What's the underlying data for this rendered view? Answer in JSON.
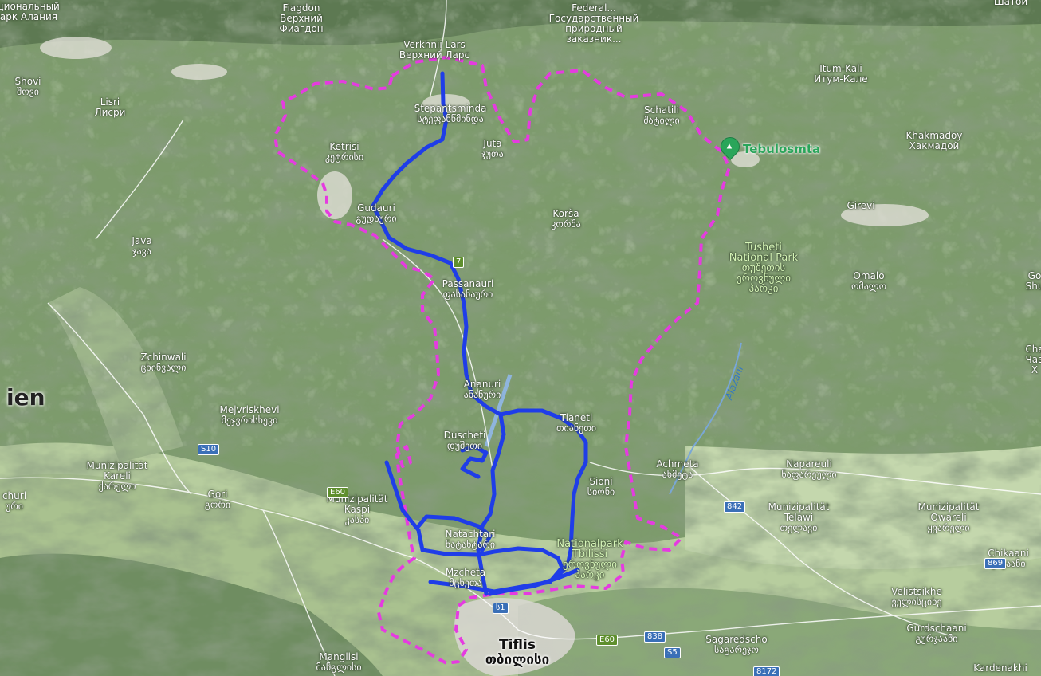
{
  "map": {
    "colors": {
      "terrain": "#7c9a6c",
      "valley": "#b9cfa1",
      "ridge": "#4e6844",
      "boundary": "#e53be0",
      "route": "#1f3de8",
      "road": "#ffffff"
    },
    "places": [
      {
        "id": "natpark-alania",
        "lines": [
          "ациональный",
          "парк Алания"
        ]
      },
      {
        "id": "fiagdon",
        "lines": [
          "Fiagdon",
          "Верхний",
          "Фиагдон"
        ]
      },
      {
        "id": "federal",
        "lines": [
          "Federal...",
          "Государственный",
          "природный",
          "заказник..."
        ]
      },
      {
        "id": "shatoi",
        "lines": [
          "Шатой"
        ]
      },
      {
        "id": "verkhnii-lars",
        "lines": [
          "Verkhnii Lars",
          "Верхний Ларс"
        ]
      },
      {
        "id": "shovi",
        "lines": [
          "Shovi",
          "შოვი"
        ]
      },
      {
        "id": "lisri",
        "lines": [
          "Lisri",
          "Лисри"
        ]
      },
      {
        "id": "stepantsminda",
        "lines": [
          "Stepantsminda",
          "სტეფანწმინდა"
        ]
      },
      {
        "id": "schatili",
        "lines": [
          "Schatili",
          "შატილი"
        ]
      },
      {
        "id": "itum-kali",
        "lines": [
          "Itum-Kali",
          "Итум-Кале"
        ]
      },
      {
        "id": "khakmadoy",
        "lines": [
          "Khakmadoy",
          "Хакмадой"
        ]
      },
      {
        "id": "ketrisi",
        "lines": [
          "Ketrisi",
          "კეტრისი"
        ]
      },
      {
        "id": "juta",
        "lines": [
          "Juta",
          "ჯუთა"
        ]
      },
      {
        "id": "gudauri",
        "lines": [
          "Gudauri",
          "გუდაური"
        ]
      },
      {
        "id": "korsha",
        "lines": [
          "Korša",
          "კორშა"
        ]
      },
      {
        "id": "girevi",
        "lines": [
          "Girevi"
        ]
      },
      {
        "id": "java",
        "lines": [
          "Java",
          "ჯავა"
        ]
      },
      {
        "id": "pasanauri",
        "lines": [
          "Passanauri",
          "ფასანაური"
        ]
      },
      {
        "id": "omalo",
        "lines": [
          "Omalo",
          "ომალო"
        ]
      },
      {
        "id": "go-shu",
        "lines": [
          "Go",
          "Shu"
        ]
      },
      {
        "id": "zchinwali",
        "lines": [
          "Zchinwali",
          "ცხინვალი"
        ]
      },
      {
        "id": "ananuri",
        "lines": [
          "Ananuri",
          "ანანური"
        ]
      },
      {
        "id": "cha",
        "lines": [
          "Cha",
          "Чаа",
          "Х"
        ]
      },
      {
        "id": "mejvriskhevi",
        "lines": [
          "Mejvriskhevi",
          "მეჯვრისხევი"
        ]
      },
      {
        "id": "tianeti",
        "lines": [
          "Tianeti",
          "თიანეთი"
        ]
      },
      {
        "id": "duscheti",
        "lines": [
          "Duscheti",
          "დუშეთი"
        ]
      },
      {
        "id": "munizipalitat-kareli",
        "lines": [
          "Munizipalität",
          "Kareli",
          "ქარელი"
        ]
      },
      {
        "id": "gori",
        "lines": [
          "Gori",
          "გორი"
        ]
      },
      {
        "id": "achmeta",
        "lines": [
          "Achmeta",
          "ახმეტა"
        ]
      },
      {
        "id": "napareuli",
        "lines": [
          "Napareuli",
          "ნაფარეული"
        ]
      },
      {
        "id": "sioni",
        "lines": [
          "Sioni",
          "სიონი"
        ]
      },
      {
        "id": "churi",
        "lines": [
          "churi",
          "ური"
        ]
      },
      {
        "id": "munizipalitat-kaspi",
        "lines": [
          "Munizipalität",
          "Kaspi",
          "კასპი"
        ]
      },
      {
        "id": "natachtari",
        "lines": [
          "Natachtari",
          "ნატახტარი"
        ]
      },
      {
        "id": "munizipalitat-telawi",
        "lines": [
          "Munizipalität",
          "Telawi",
          "თელავი"
        ]
      },
      {
        "id": "munizipalitat-qwareli",
        "lines": [
          "Munizipalität",
          "Qwareli",
          "ყვარელი"
        ]
      },
      {
        "id": "chikaani",
        "lines": [
          "Chikaani",
          "ჭიკაანი"
        ]
      },
      {
        "id": "mzcheta",
        "lines": [
          "Mzcheta",
          "მცხეთა"
        ]
      },
      {
        "id": "velistsikhe",
        "lines": [
          "Velistsikhe",
          "ველისციხე"
        ]
      },
      {
        "id": "gurdschaani",
        "lines": [
          "Gurdschaani",
          "გურჯაანი"
        ]
      },
      {
        "id": "sagaredscho",
        "lines": [
          "Sagaredscho",
          "საგარეჯო"
        ]
      },
      {
        "id": "manglisi",
        "lines": [
          "Manglisi",
          "მანგლისი"
        ]
      },
      {
        "id": "kardenakhi",
        "lines": [
          "Kardenakhi"
        ]
      }
    ],
    "big_places": [
      {
        "id": "tiflis",
        "lines": [
          "Tiflis",
          "თბილისი"
        ]
      }
    ],
    "parks": [
      {
        "id": "tusheti",
        "lines": [
          "Tusheti",
          "National Park",
          "თუშეთის",
          "ეროვნული",
          "პარკი"
        ]
      },
      {
        "id": "tbilissi",
        "lines": [
          "Nationalpark",
          "Tbilissi",
          "ეროვნული",
          "პარკი"
        ]
      }
    ],
    "region_label": "ien",
    "poi": {
      "name": "Tebulosmta",
      "icon": "mountain-pin-icon"
    },
    "river": "Alazani",
    "road_shields": [
      {
        "id": "s10",
        "text": "S10",
        "color": "blue"
      },
      {
        "id": "e60-west",
        "text": "E60",
        "color": "green"
      },
      {
        "id": "e60-east",
        "text": "E60",
        "color": "green"
      },
      {
        "id": "r842",
        "text": "842",
        "color": "blue"
      },
      {
        "id": "r869",
        "text": "869",
        "color": "blue"
      },
      {
        "id": "s1",
        "text": "ს1",
        "color": "blue"
      },
      {
        "id": "r838",
        "text": "838",
        "color": "blue"
      },
      {
        "id": "s5",
        "text": "S5",
        "color": "blue"
      },
      {
        "id": "r8172",
        "text": "8172",
        "color": "blue"
      },
      {
        "id": "r7",
        "text": "7",
        "color": "green"
      }
    ]
  }
}
